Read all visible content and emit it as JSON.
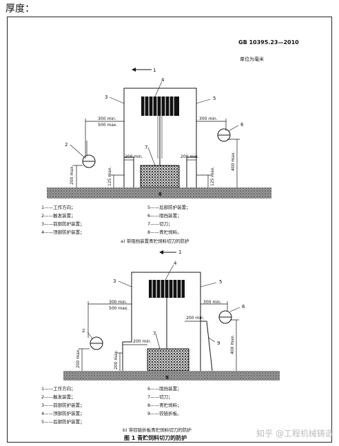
{
  "page_title": "厚度：",
  "standard_code": "GB 10395.23—2010",
  "unit_note": "单位为毫米",
  "figure_a": {
    "callouts": [
      "1",
      "2",
      "3",
      "4",
      "5",
      "6",
      "7",
      "8"
    ],
    "dims": {
      "min300": "300 min.",
      "max500": "500 max.",
      "min200": "200 min.",
      "max200": "200 max.",
      "max125": "125 max.",
      "max400": "400 max."
    },
    "legend": [
      [
        "1——工作方向；",
        "5——后部防护装置；"
      ],
      [
        "2——触发装置；",
        "6——阻挡装置；"
      ],
      [
        "3——前部防护装置；",
        "7——切刀；"
      ],
      [
        "4——顶部防护装置；",
        "8——青贮饲料。"
      ]
    ],
    "caption": "a) 带阻挡装置青贮饲料切刀的防护"
  },
  "figure_b": {
    "callouts": [
      "1",
      "2",
      "3",
      "4",
      "5",
      "6",
      "7",
      "8",
      "9"
    ],
    "dims": {
      "min300": "300 min.",
      "max500": "500 max.",
      "min200": "200 min.",
      "max200": "200 max.",
      "max400": "400 max."
    },
    "legend": [
      [
        "1——工作方向；",
        "6——阻挡装置；"
      ],
      [
        "2——触发装置；",
        "7——切刀；"
      ],
      [
        "3——前部防护装置；",
        "8——青贮饲料；"
      ],
      [
        "4——顶部防护装置；",
        "9——铰链折板。"
      ],
      [
        "5——后部防护装置；",
        ""
      ]
    ],
    "caption": "b) 带铰链折板青贮饲料切刀的防护"
  },
  "figure_caption": "图 1  青贮饲料切刀的防护",
  "watermark": "知乎 @工程机械铸造"
}
